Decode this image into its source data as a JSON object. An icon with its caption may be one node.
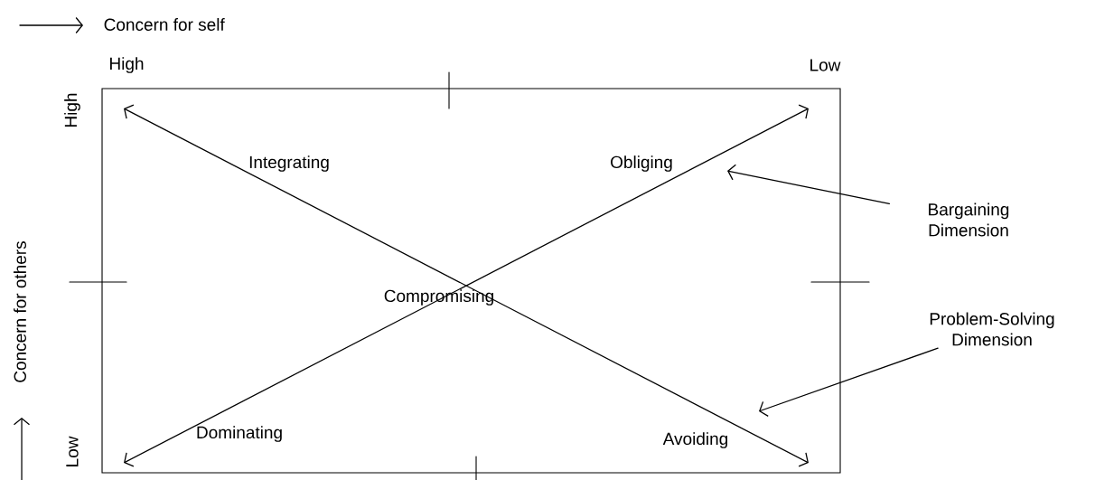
{
  "diagram": {
    "nodes": [
      {
        "text": [
          "Bargaining Dimension"
        ]
      },
      {
        "text": [
          "Problem-Solving Dimension"
        ]
      }
    ],
    "edges": [
      {
        "from": 0,
        "to": null,
        "arrow": "to"
      },
      {
        "from": 1,
        "to": null,
        "arrow": "to"
      }
    ],
    "labels": [
      "Concern for self",
      "High",
      "Low",
      "High",
      "Integrating",
      "Obliging",
      "Concern for others",
      "Compromising",
      "Dominating",
      "Avoiding",
      "Low"
    ]
  }
}
